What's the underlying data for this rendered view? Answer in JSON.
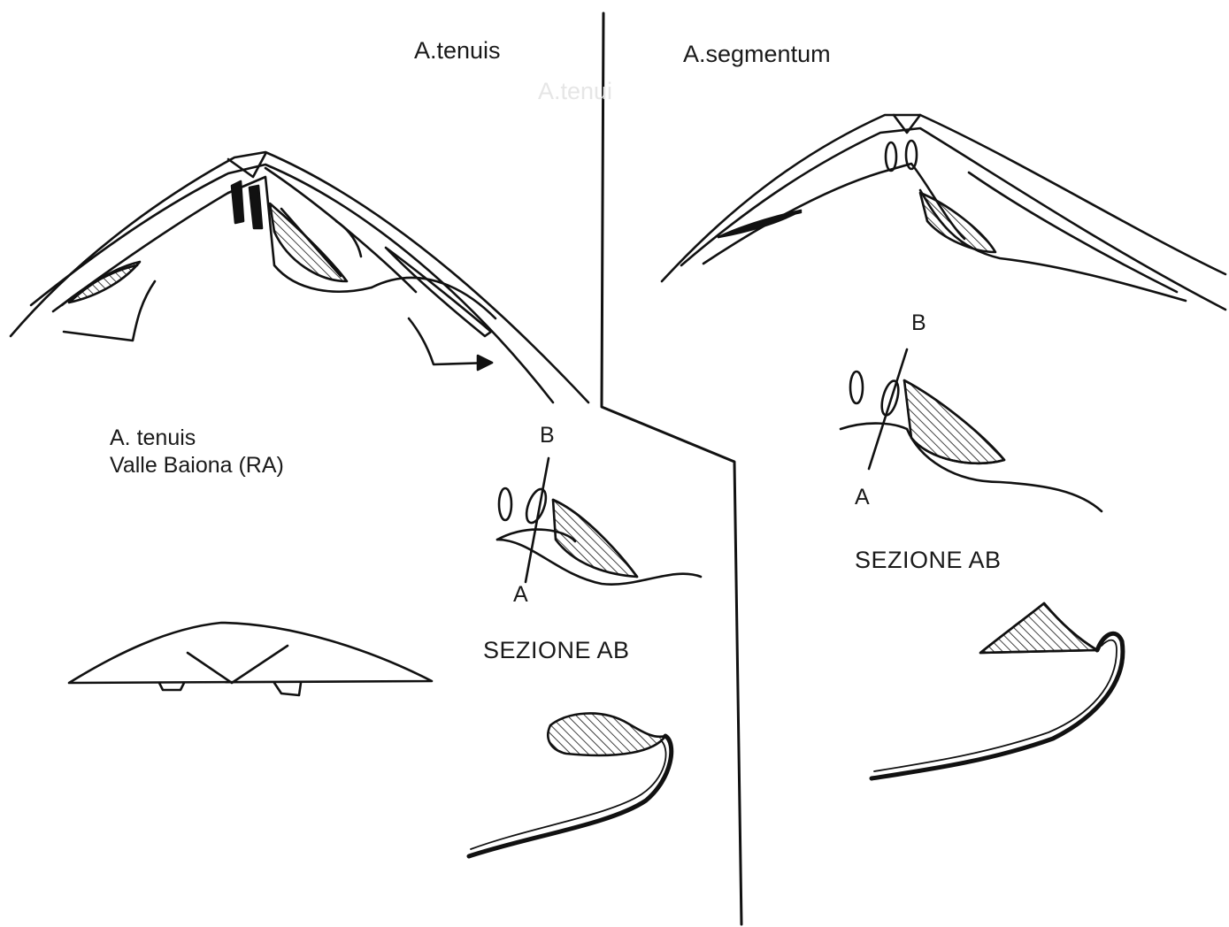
{
  "figure": {
    "left_panel": {
      "title": "A.tenuis",
      "ghost_title": "A.tenui",
      "specimen_name": "A. tenuis",
      "locality": "Valle Baiona (RA)",
      "section_label": "SEZIONE AB",
      "point_a": "A",
      "point_b": "B"
    },
    "right_panel": {
      "title": "A.segmentum",
      "section_label": "SEZIONE AB",
      "point_a": "A",
      "point_b": "B"
    }
  }
}
